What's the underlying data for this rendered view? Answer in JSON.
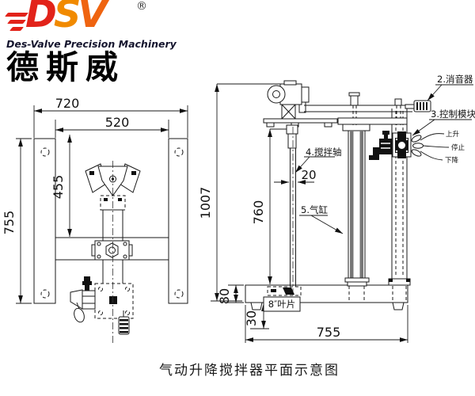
{
  "header": {
    "brand_d": "D",
    "brand_s": "S",
    "brand_v": "V",
    "registered_mark": "®",
    "tagline": "Des-Valve Precision Machinery",
    "chinese_name": "德斯威"
  },
  "colors": {
    "brand_red": "#e2231a",
    "brand_orange": "#f18a00",
    "line": "#1a1a1a"
  },
  "top_view": {
    "dim_outer_width": "720",
    "dim_inner_width": "520",
    "dim_inner_depth": "455",
    "dim_outer_depth": "755"
  },
  "front_view": {
    "dim_total_height": "1007",
    "dim_shaft_length": "760",
    "dim_shaft_diameter": "20",
    "dim_base_height": "80",
    "dim_foot_height": "30",
    "dim_base_width": "755",
    "labels": {
      "muffler": "2.消音器",
      "control_module": "3.控制模块",
      "control_up": "上升",
      "control_stop": "停止",
      "control_down": "下降",
      "mixing_shaft": "4.搅拌轴",
      "cylinder": "5.气缸",
      "blade": "8″叶片"
    }
  },
  "caption": "气动升降搅拌器平面示意图"
}
